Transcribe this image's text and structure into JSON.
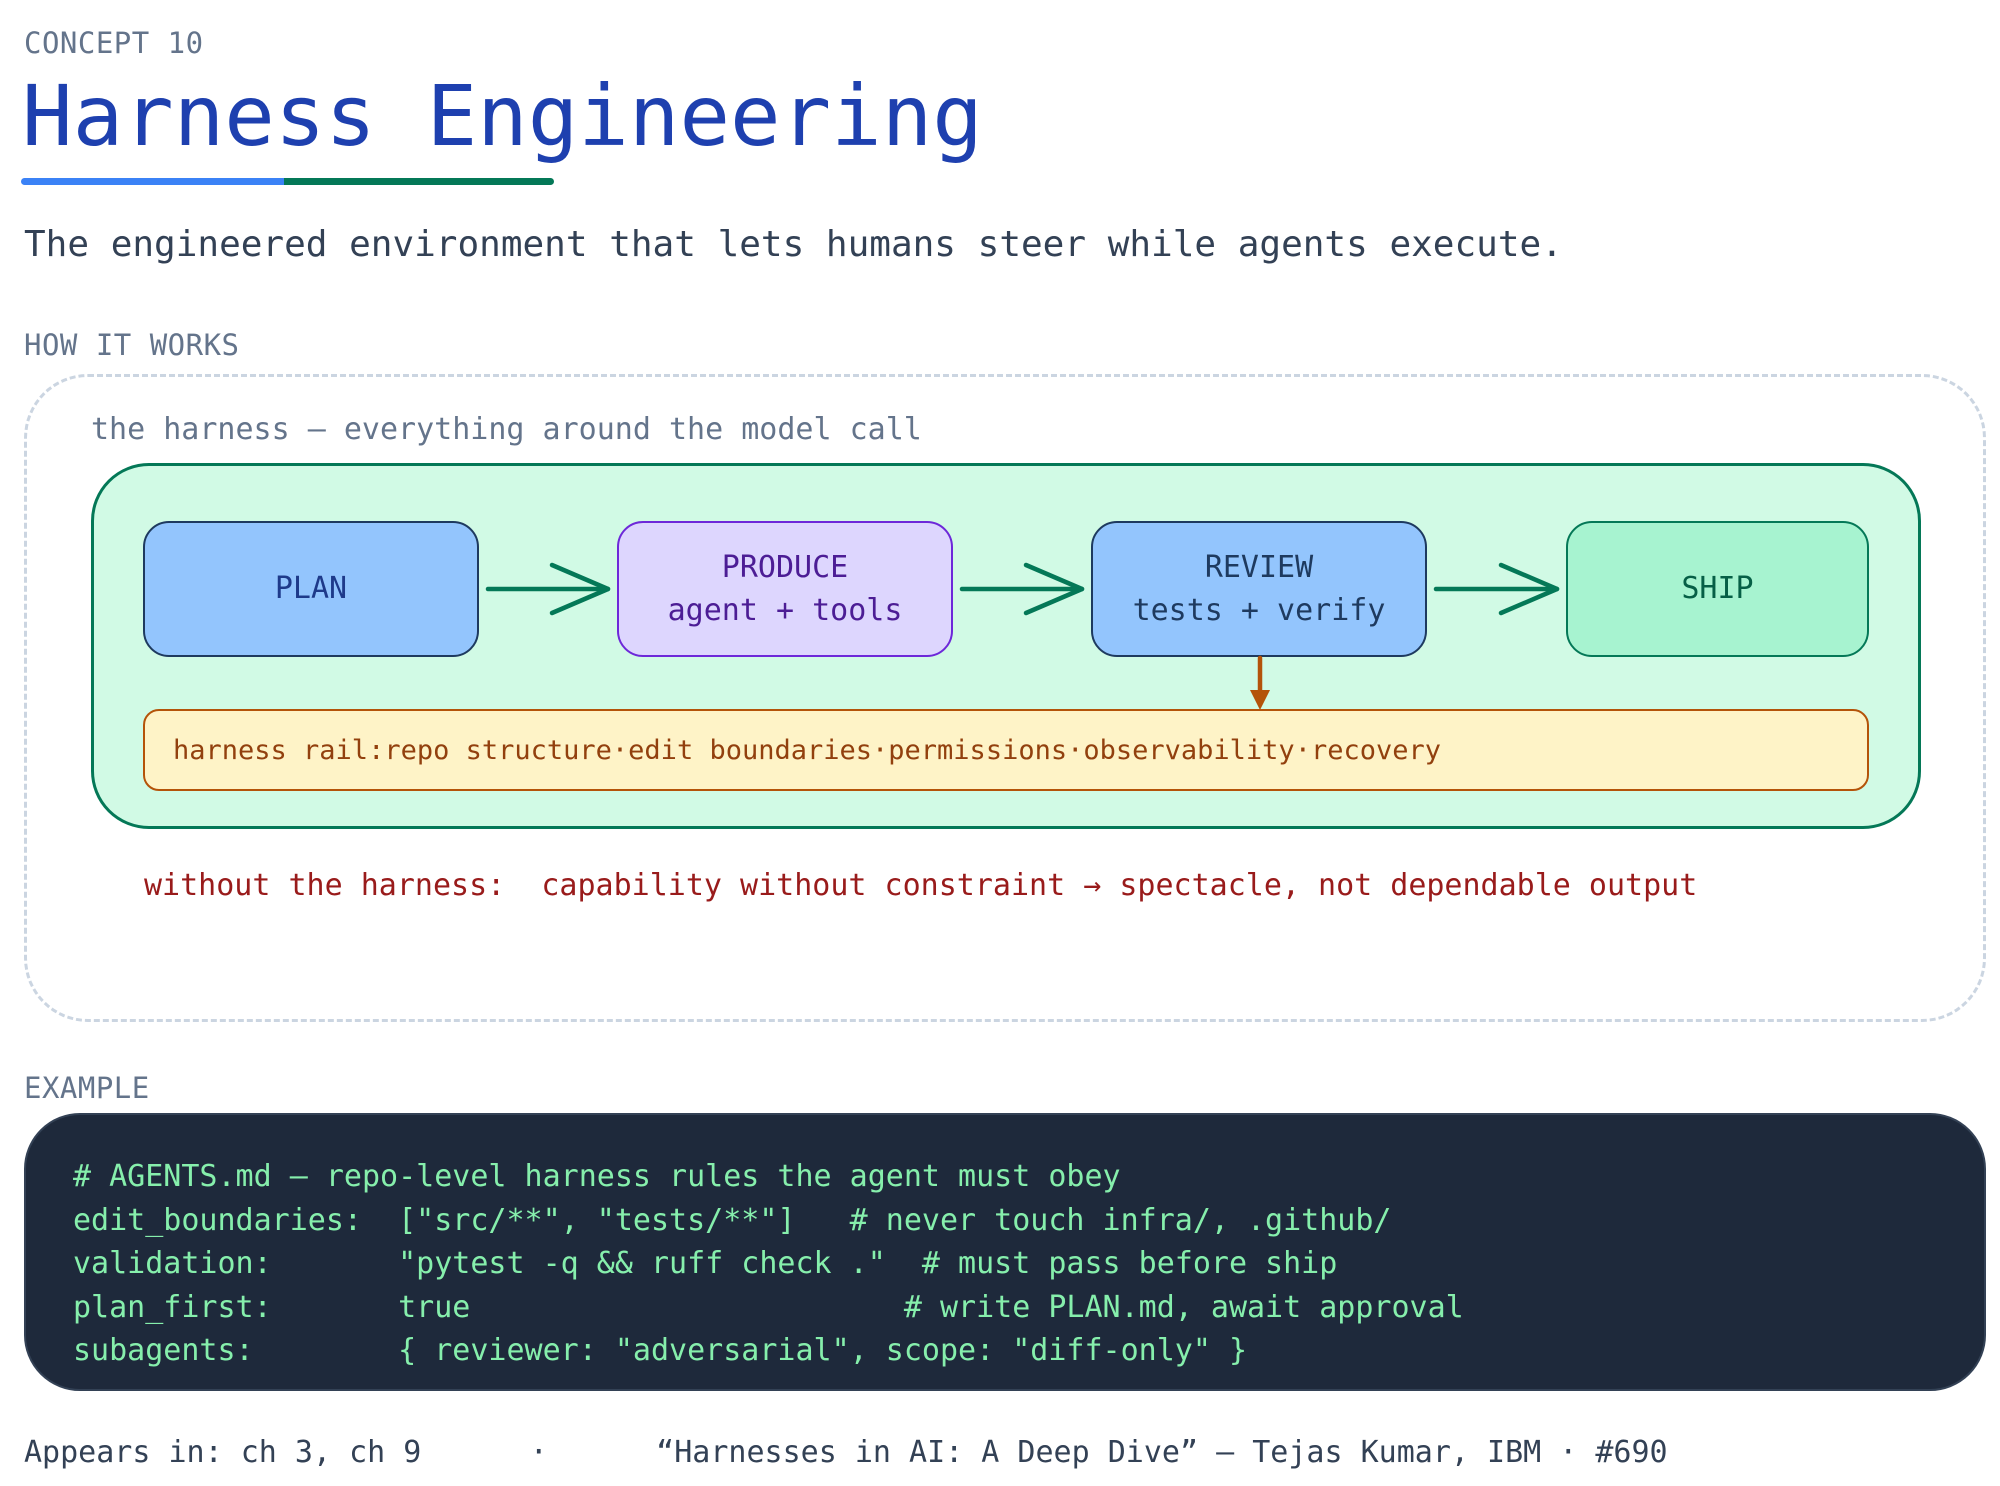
{
  "header": {
    "concept_label": "CONCEPT 10",
    "title": "Harness Engineering",
    "subtitle": "The engineered environment that lets humans steer while agents execute."
  },
  "how_it_works": {
    "section_label": "HOW IT WORKS",
    "caption": "the harness — everything around the model call",
    "stages": [
      {
        "title": "PLAN",
        "detail": ""
      },
      {
        "title": "PRODUCE",
        "detail": "agent + tools"
      },
      {
        "title": "REVIEW",
        "detail": "tests + verify"
      },
      {
        "title": "SHIP",
        "detail": ""
      }
    ],
    "rail": {
      "label": "harness rail:",
      "items": [
        "repo structure",
        "edit boundaries",
        "permissions",
        "observability",
        "recovery"
      ],
      "separator": "·"
    },
    "warning_label": "without the harness:",
    "warning_text": "capability without constraint → spectacle, not dependable output"
  },
  "example": {
    "section_label": "EXAMPLE",
    "code_lines": [
      "# AGENTS.md — repo-level harness rules the agent must obey",
      "edit_boundaries:  [\"src/**\", \"tests/**\"]   # never touch infra/, .github/",
      "validation:       \"pytest -q && ruff check .\"  # must pass before ship",
      "plan_first:       true                        # write PLAN.md, await approval",
      "subagents:        { reviewer: \"adversarial\", scope: \"diff-only\" }"
    ]
  },
  "footer": {
    "appears_in": "Appears in: ch 3, ch 9",
    "separator": "·",
    "source": "“Harnesses in AI: A Deep Dive” — Tejas Kumar, IBM · #690"
  },
  "colors": {
    "title": "#1e40af",
    "accent_blue": "#3b82f6",
    "accent_green": "#047857",
    "warning": "#991b1b",
    "rail_text": "#92400e",
    "code_text": "#86efac",
    "code_bg": "#1e293b"
  }
}
